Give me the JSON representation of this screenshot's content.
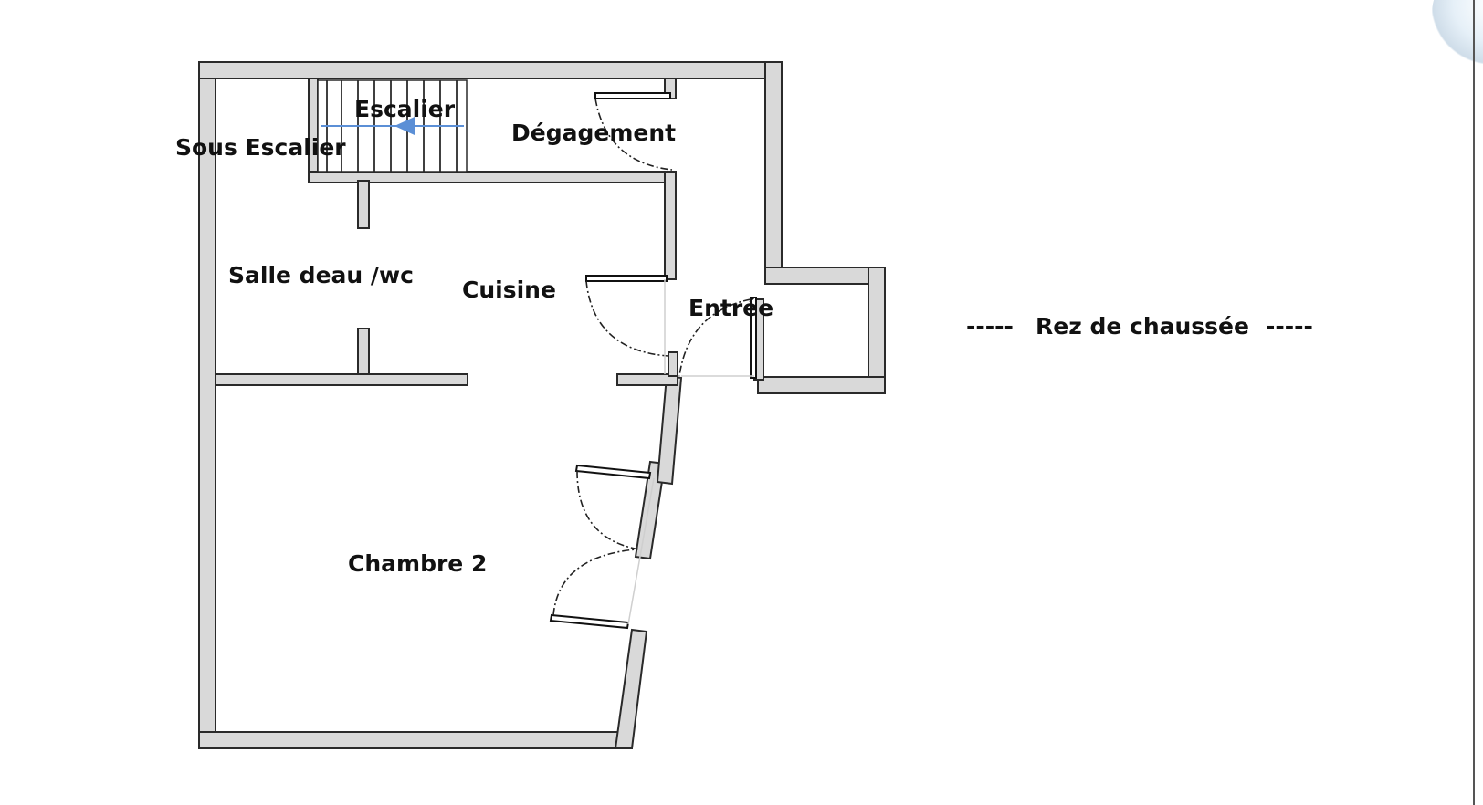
{
  "rooms": {
    "sous_escalier": "Sous Escalier",
    "escalier": "Escalier",
    "degagement": "Dégagement",
    "salle_eau": "Salle deau /wc",
    "cuisine": "Cuisine",
    "entree": "Entrée",
    "chambre2": "Chambre 2"
  },
  "legend": {
    "dash_left": "-----",
    "title": "Rez de chaussée",
    "dash_right": "-----"
  },
  "colors": {
    "wall_fill": "#d9d9d9",
    "wall_stroke": "#2a2a2a",
    "stair_arrow": "#5b8fd6"
  }
}
